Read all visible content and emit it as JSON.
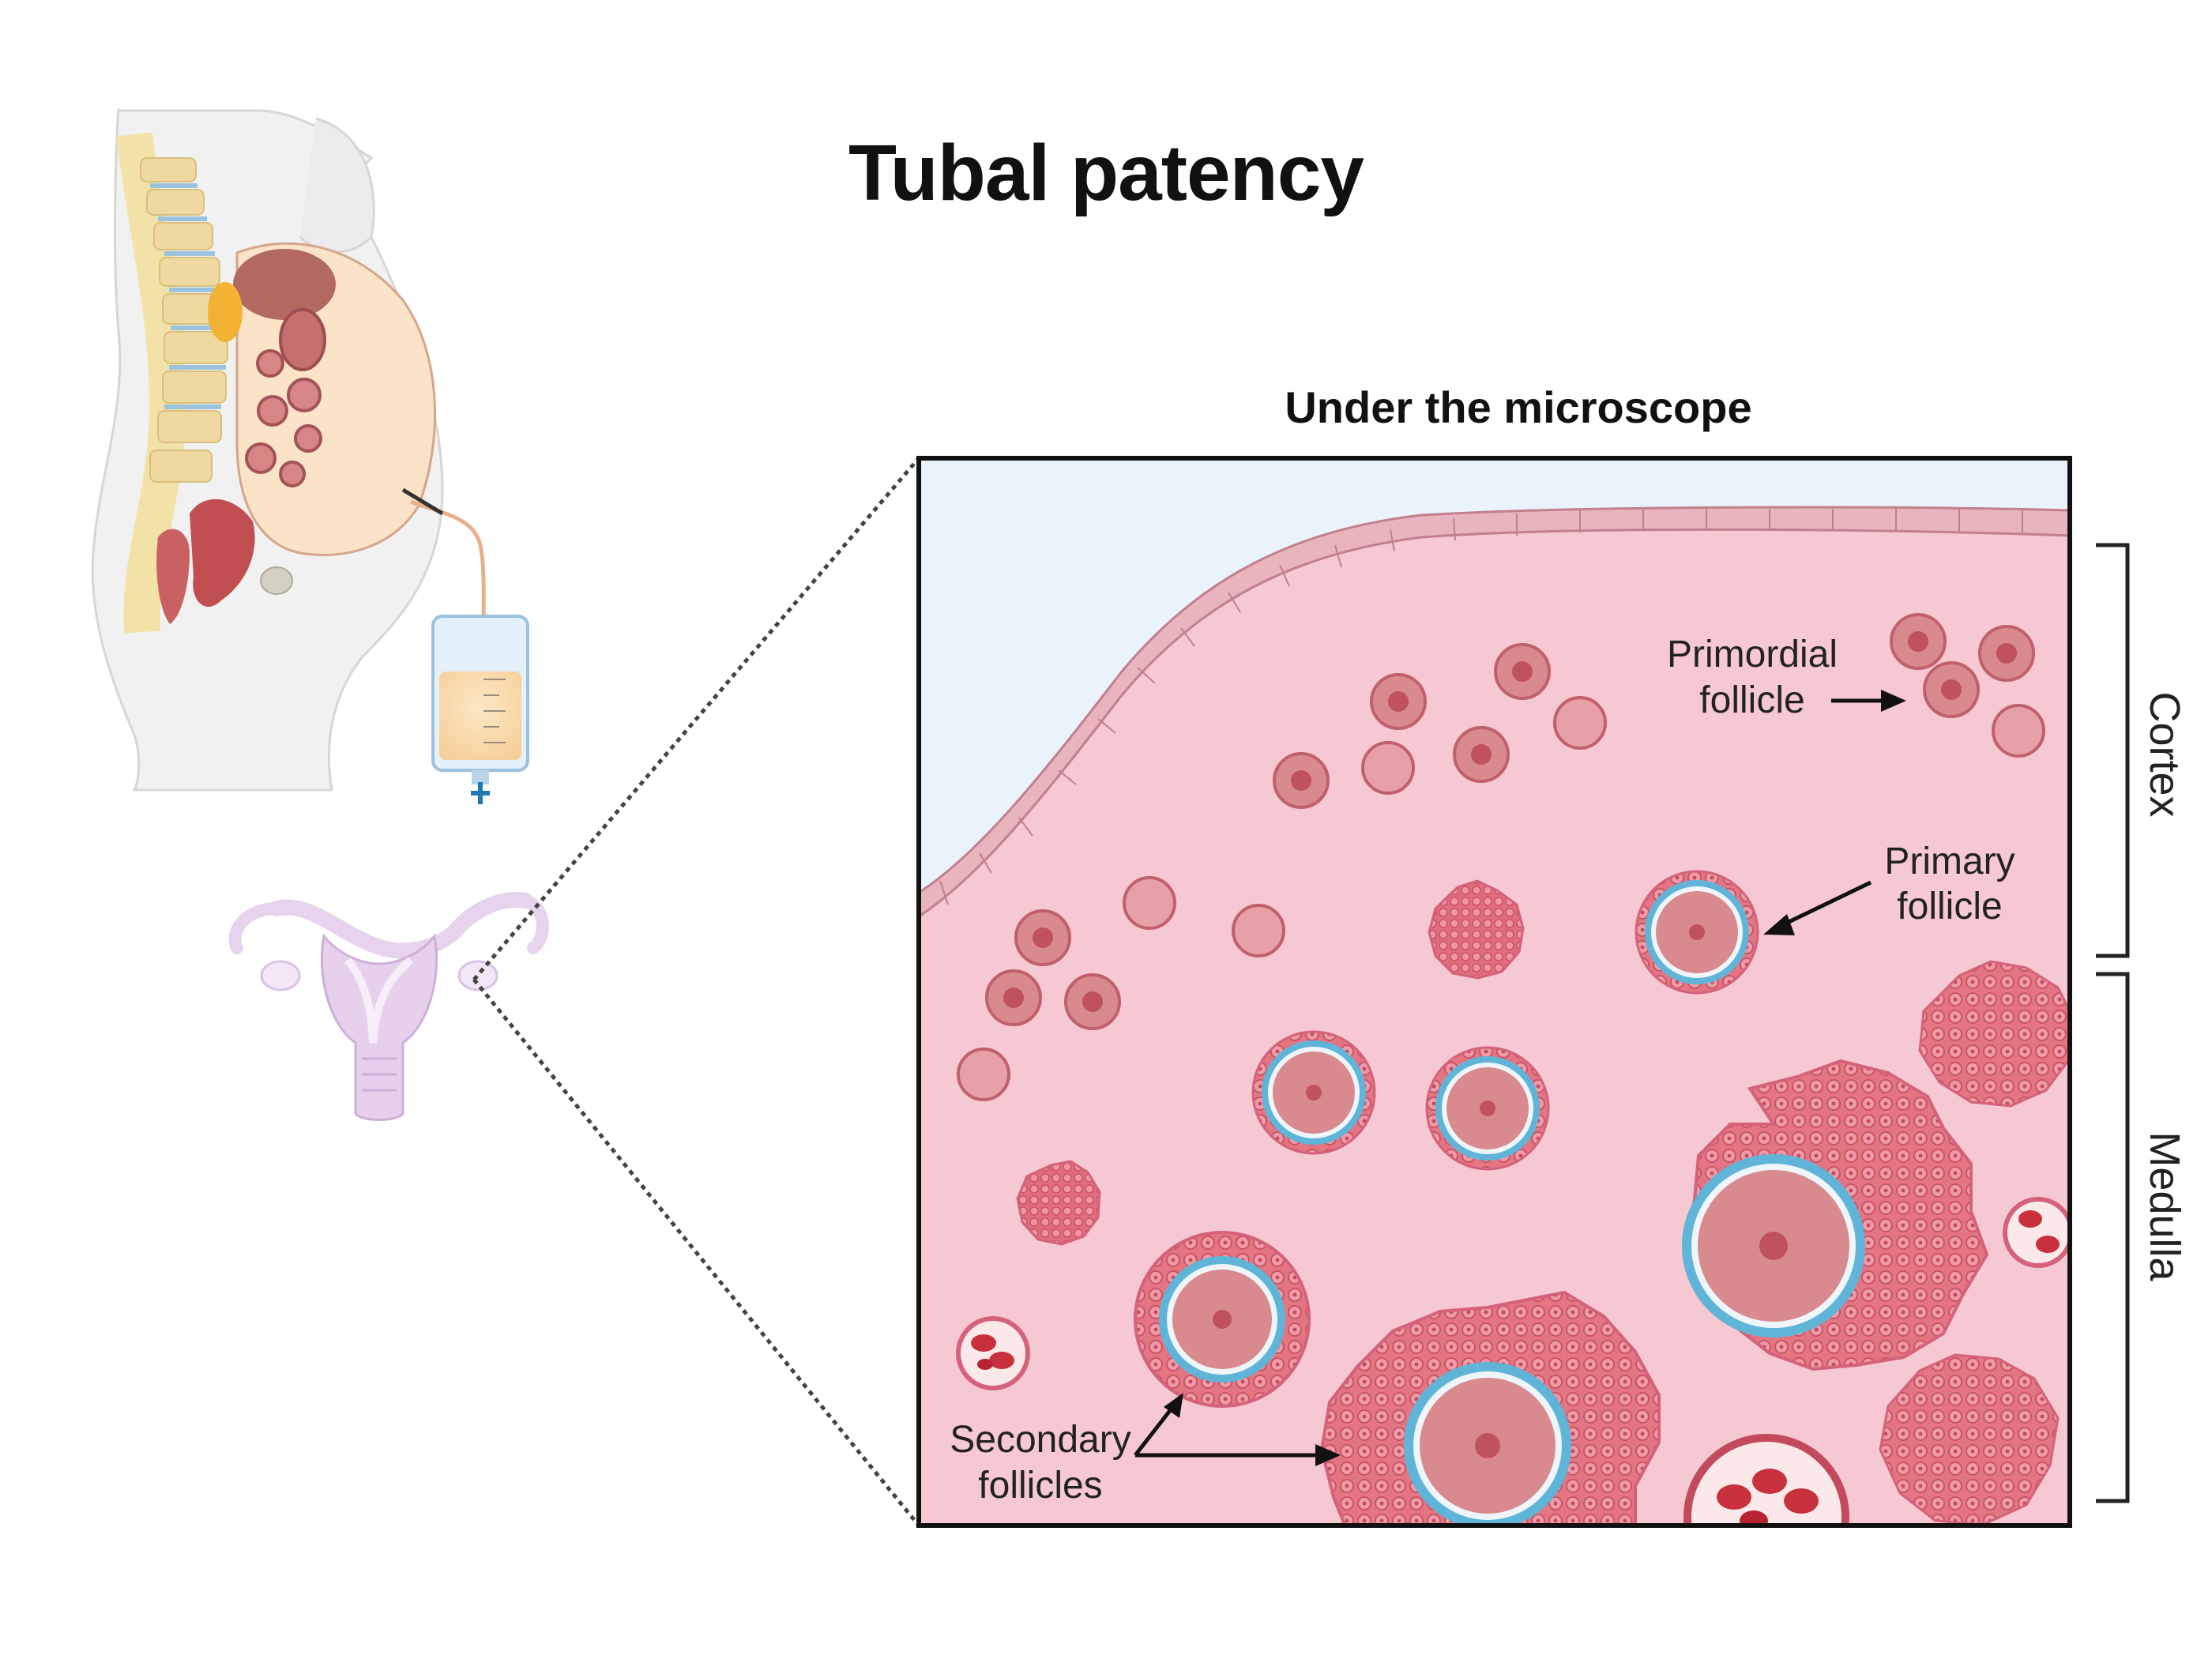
{
  "title": "Tubal patency",
  "panel": {
    "heading": "Under the microscope"
  },
  "labels": {
    "primordial_line1": "Primordial",
    "primordial_line2": "follicle",
    "primary_line1": "Primary",
    "primary_line2": "follicle",
    "secondary_line1": "Secondary",
    "secondary_line2": "follicles"
  },
  "regions": {
    "cortex": "Cortex",
    "medulla": "Medulla"
  },
  "colors": {
    "stroma": "#f6c8d2",
    "epithelium": "#e8b4bd",
    "lumen": "#eaf3fb",
    "oocyte": "#d98a8e",
    "zona": "#5fb4d8",
    "granulosa": "#e0737f"
  }
}
